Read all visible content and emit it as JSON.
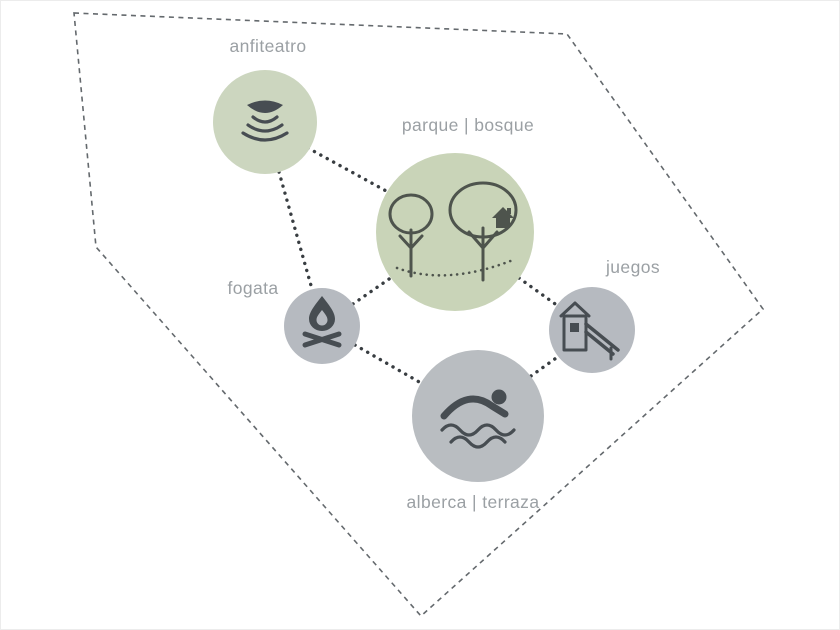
{
  "nodes": {
    "anfiteatro": {
      "label": "anfiteatro",
      "icon": "amphitheater-icon",
      "color": "#ccd6bf"
    },
    "parque": {
      "label": "parque | bosque",
      "icon": "trees-icon",
      "color": "#c9d4b8"
    },
    "fogata": {
      "label": "fogata",
      "icon": "campfire-icon",
      "color": "#b6bac0"
    },
    "juegos": {
      "label": "juegos",
      "icon": "playground-icon",
      "color": "#b6bac0"
    },
    "alberca": {
      "label": "alberca | terraza",
      "icon": "swimmer-icon",
      "color": "#b9bdc1"
    }
  },
  "edges": [
    {
      "from": "anfiteatro",
      "to": "parque"
    },
    {
      "from": "anfiteatro",
      "to": "fogata"
    },
    {
      "from": "fogata",
      "to": "parque"
    },
    {
      "from": "parque",
      "to": "juegos"
    },
    {
      "from": "fogata",
      "to": "alberca"
    },
    {
      "from": "alberca",
      "to": "juegos"
    }
  ],
  "colors": {
    "background": "#ffffff",
    "boundary_line": "#64696d",
    "connector_dots": "#383d41",
    "icon_ink": "#474d52",
    "tree_ink": "#4e544d",
    "label_text": "#9ba0a4",
    "green_bubble": "#c9d4b8",
    "gray_bubble": "#b6bac0"
  }
}
